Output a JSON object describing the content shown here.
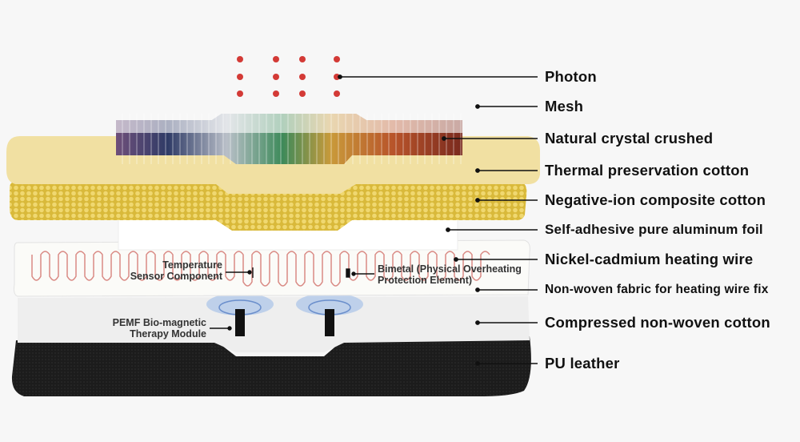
{
  "title": "Layer structure diagram",
  "layers": [
    {
      "label": "Photon"
    },
    {
      "label": "Mesh"
    },
    {
      "label": "Natural crystal crushed"
    },
    {
      "label": "Thermal preservation cotton"
    },
    {
      "label": "Negative-ion composite cotton"
    },
    {
      "label": "Self-adhesive pure aluminum foil"
    },
    {
      "label": "Nickel-cadmium heating wire"
    },
    {
      "label": "Non-woven fabric for heating wire fix"
    },
    {
      "label": "Compressed non-woven cotton"
    },
    {
      "label": "PU leather"
    }
  ],
  "annotations": {
    "temperature_sensor": [
      "Temperature",
      "Sensor Component"
    ],
    "bimetal": [
      "Bimetal (Physical Overheating",
      "Protection Element)"
    ],
    "pemf": [
      "PEMF Bio-magnetic",
      "Therapy Module"
    ]
  },
  "colors": {
    "photon": "#d33a36",
    "cotton": "#f1e0a2",
    "honeycomb": "#e6c94a",
    "wire": "#d98a84",
    "leather": "#1d1d1d"
  }
}
